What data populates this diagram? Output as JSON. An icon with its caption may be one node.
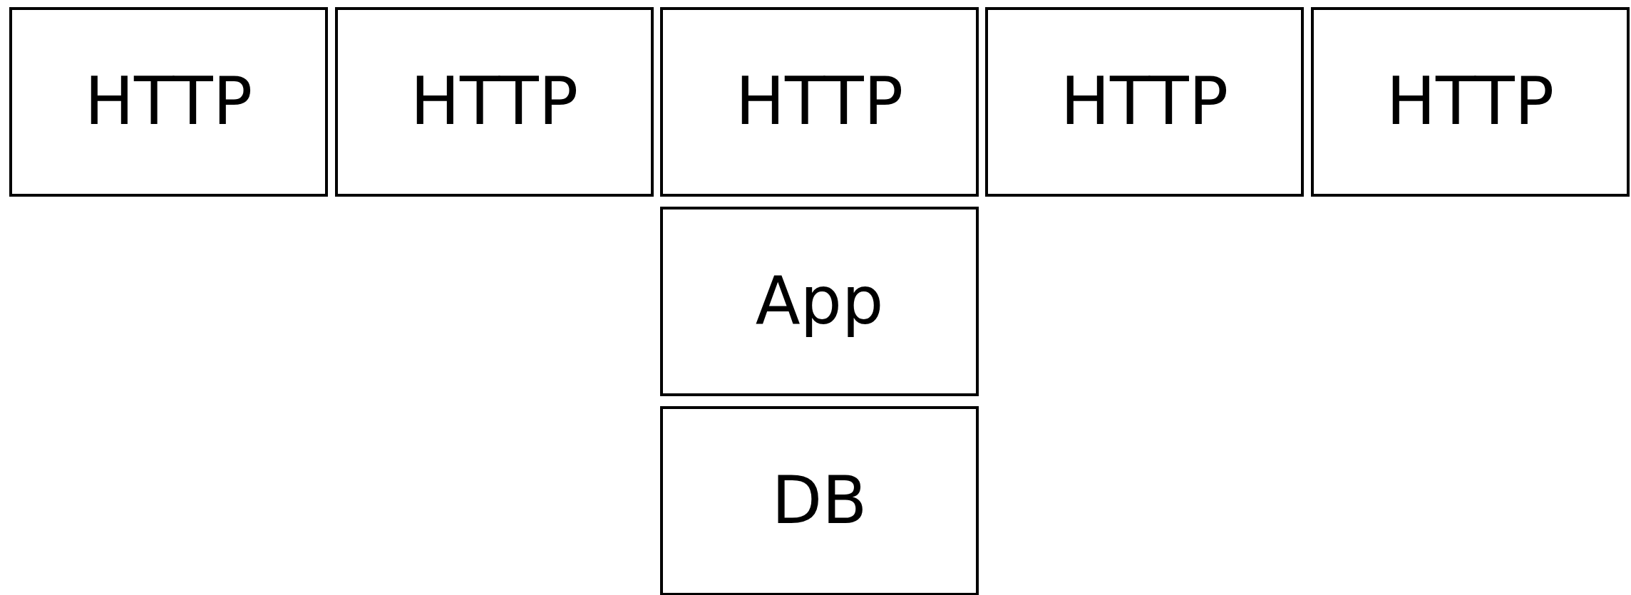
{
  "diagram": {
    "nodes": [
      {
        "text": [
          "HTTP"
        ]
      },
      {
        "text": [
          "HTTP"
        ]
      },
      {
        "text": [
          "HTTP"
        ]
      },
      {
        "text": [
          "HTTP"
        ]
      },
      {
        "text": [
          "HTTP"
        ]
      },
      {
        "text": [
          "App"
        ]
      },
      {
        "text": [
          "DB"
        ]
      }
    ]
  }
}
